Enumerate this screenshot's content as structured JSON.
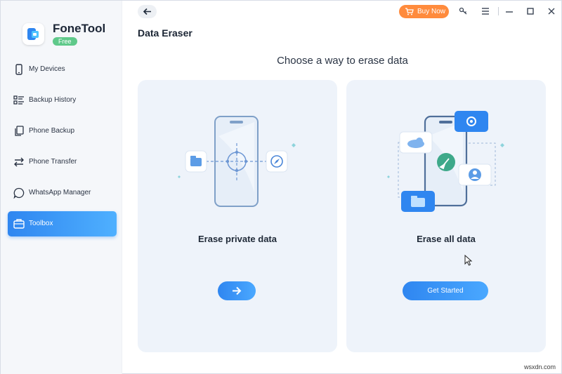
{
  "app": {
    "name": "FoneTool",
    "badge": "Free"
  },
  "sidebar": {
    "items": [
      {
        "label": "My Devices",
        "icon": "phone-icon",
        "active": false
      },
      {
        "label": "Backup History",
        "icon": "list-icon",
        "active": false
      },
      {
        "label": "Phone Backup",
        "icon": "copy-icon",
        "active": false
      },
      {
        "label": "Phone Transfer",
        "icon": "transfer-arrows-icon",
        "active": false
      },
      {
        "label": "WhatsApp Manager",
        "icon": "chat-bubble-icon",
        "active": false
      },
      {
        "label": "Toolbox",
        "icon": "toolbox-icon",
        "active": true
      }
    ]
  },
  "titlebar": {
    "buy_label": "Buy Now"
  },
  "page": {
    "title": "Data Eraser",
    "subtitle": "Choose a way to erase data"
  },
  "cards": {
    "private": {
      "title": "Erase private data"
    },
    "all": {
      "title": "Erase all data",
      "button": "Get Started"
    }
  },
  "watermark": "wsxdn.com",
  "colors": {
    "accent": "#2f86f0",
    "buy": "#ff8b3d",
    "badge": "#5fc98a",
    "card_bg": "#eef3fa"
  }
}
